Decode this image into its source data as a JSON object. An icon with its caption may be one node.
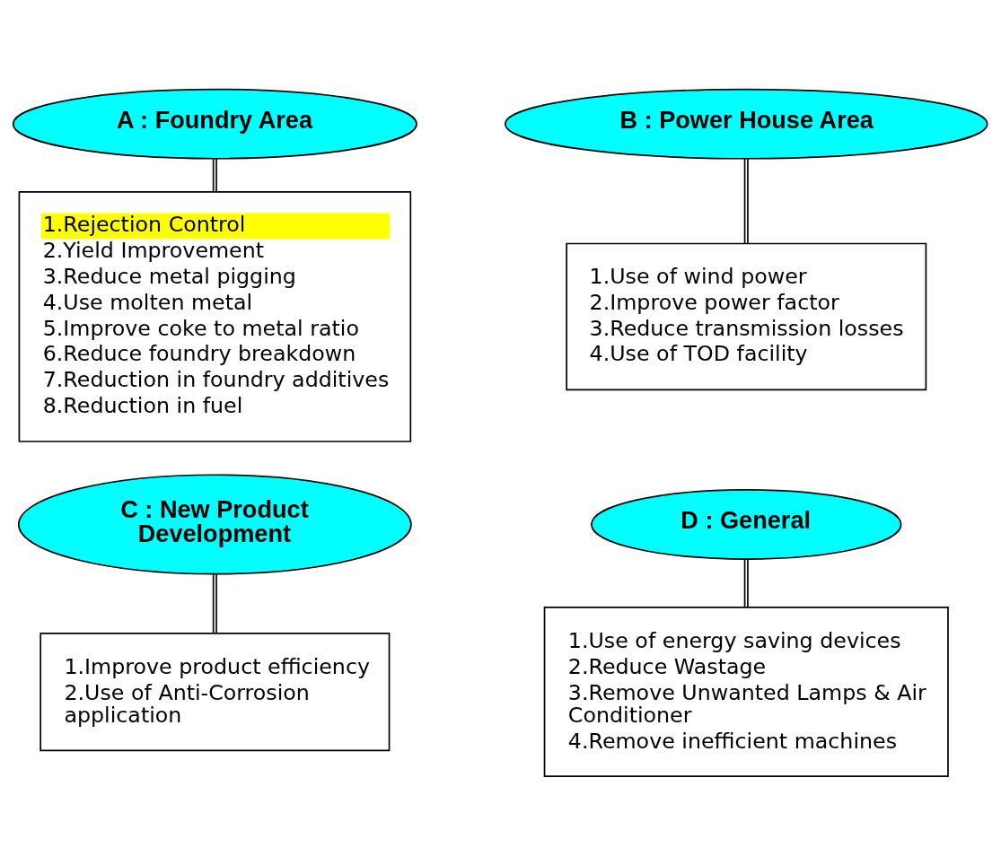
{
  "diagram": {
    "nodes": [
      {
        "text": [
          "A : Foundry Area"
        ]
      },
      {
        "text": [
          "1.Rejection Control",
          "2.Yield Improvement",
          "3.Reduce metal pigging",
          "4.Use molten metal",
          "5.Improve coke to metal ratio",
          "6.Reduce foundry breakdown",
          "7.Reduction in foundry additives",
          "8.Reduction in fuel"
        ]
      },
      {
        "text": [
          "B : Power House Area"
        ]
      },
      {
        "text": [
          "1.Use of wind power",
          "2.Improve power factor",
          "3.Reduce transmission losses",
          "4.Use of TOD facility"
        ]
      },
      {
        "text": [
          "C : New Product Development"
        ]
      },
      {
        "text": [
          "1.Improve product efficiency",
          "2.Use of Anti-Corrosion application"
        ]
      },
      {
        "text": [
          "D : General"
        ]
      },
      {
        "text": [
          "1.Use of energy saving devices",
          "2.Reduce Wastage",
          "3.Remove Unwanted Lamps & Air Conditioner",
          "4.Remove inefficient machines"
        ]
      }
    ],
    "edges": [
      {
        "from": 0,
        "to": 1,
        "arrow": "none"
      },
      {
        "from": 2,
        "to": 3,
        "arrow": "none"
      },
      {
        "from": 4,
        "to": 5,
        "arrow": "none"
      },
      {
        "from": 6,
        "to": 7,
        "arrow": "none"
      }
    ]
  }
}
